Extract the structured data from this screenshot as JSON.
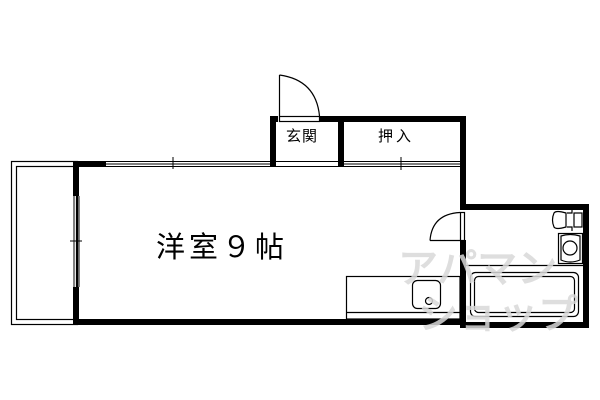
{
  "floorplan": {
    "rooms": {
      "main_room": {
        "label": "洋室９帖",
        "type": "western-style room",
        "size_jo": 9
      },
      "entrance": {
        "label": "玄関"
      },
      "closet": {
        "label": "押入"
      },
      "bathroom": {
        "label": ""
      },
      "balcony": {
        "label": ""
      }
    },
    "fixtures": [
      "kitchen-counter",
      "sink",
      "toilet",
      "washbasin",
      "bathtub",
      "entrance-door",
      "bath-door",
      "balcony-window",
      "closet-sliding-door",
      "top-window"
    ],
    "watermark": {
      "line1": "アパマン",
      "line2": "ショップ"
    },
    "colors": {
      "wall": "#000000",
      "background": "#ffffff",
      "watermark": "#d9d9d9"
    }
  }
}
